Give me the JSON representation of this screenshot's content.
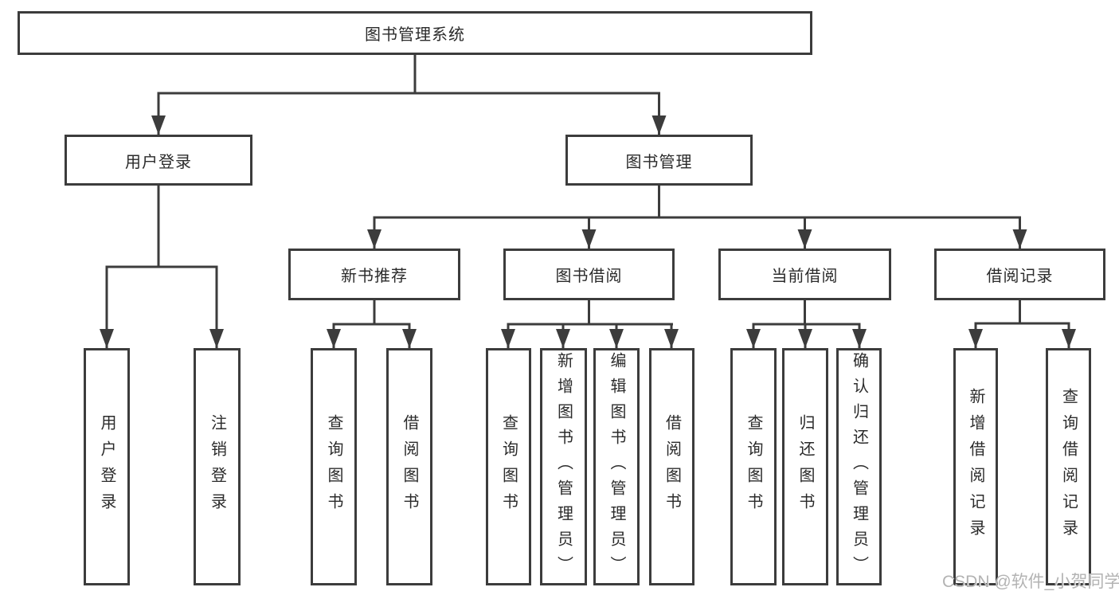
{
  "diagram": {
    "root": {
      "label": "图书管理系统"
    },
    "level2": [
      {
        "id": "user-login",
        "label": "用户登录"
      },
      {
        "id": "book-management",
        "label": "图书管理"
      }
    ],
    "level3": [
      {
        "id": "new-book-recommend",
        "label": "新书推荐",
        "parent": "图书管理"
      },
      {
        "id": "book-borrowing",
        "label": "图书借阅",
        "parent": "图书管理"
      },
      {
        "id": "current-borrowing",
        "label": "当前借阅",
        "parent": "图书管理"
      },
      {
        "id": "borrowing-records",
        "label": "借阅记录",
        "parent": "图书管理"
      }
    ],
    "leaves": [
      {
        "id": "user-login-leaf",
        "label": "用户登录",
        "parent": "用户登录"
      },
      {
        "id": "logout-leaf",
        "label": "注销登录",
        "parent": "用户登录"
      },
      {
        "id": "query-books-recommend",
        "label": "查询图书",
        "parent": "新书推荐"
      },
      {
        "id": "borrow-books-recommend",
        "label": "借阅图书",
        "parent": "新书推荐"
      },
      {
        "id": "query-books-borrowing",
        "label": "查询图书",
        "parent": "图书借阅"
      },
      {
        "id": "add-book-admin",
        "label": "新增图书（管理员）",
        "parent": "图书借阅"
      },
      {
        "id": "edit-book-admin",
        "label": "编辑图书（管理员）",
        "parent": "图书借阅"
      },
      {
        "id": "borrow-books-borrowing",
        "label": "借阅图书",
        "parent": "图书借阅"
      },
      {
        "id": "query-books-current",
        "label": "查询图书",
        "parent": "当前借阅"
      },
      {
        "id": "return-books",
        "label": "归还图书",
        "parent": "当前借阅"
      },
      {
        "id": "confirm-return-admin",
        "label": "确认归还（管理员）",
        "parent": "当前借阅"
      },
      {
        "id": "add-borrow-record",
        "label": "新增借阅记录",
        "parent": "借阅记录"
      },
      {
        "id": "query-borrow-record",
        "label": "查询借阅记录",
        "parent": "借阅记录"
      }
    ]
  },
  "watermark": {
    "text": "CSDN @软件_小贺同学",
    "color": "#b3b3b3"
  },
  "colors": {
    "line": "#3c3c3c",
    "text": "#2b2b2b",
    "background": "#ffffff"
  }
}
